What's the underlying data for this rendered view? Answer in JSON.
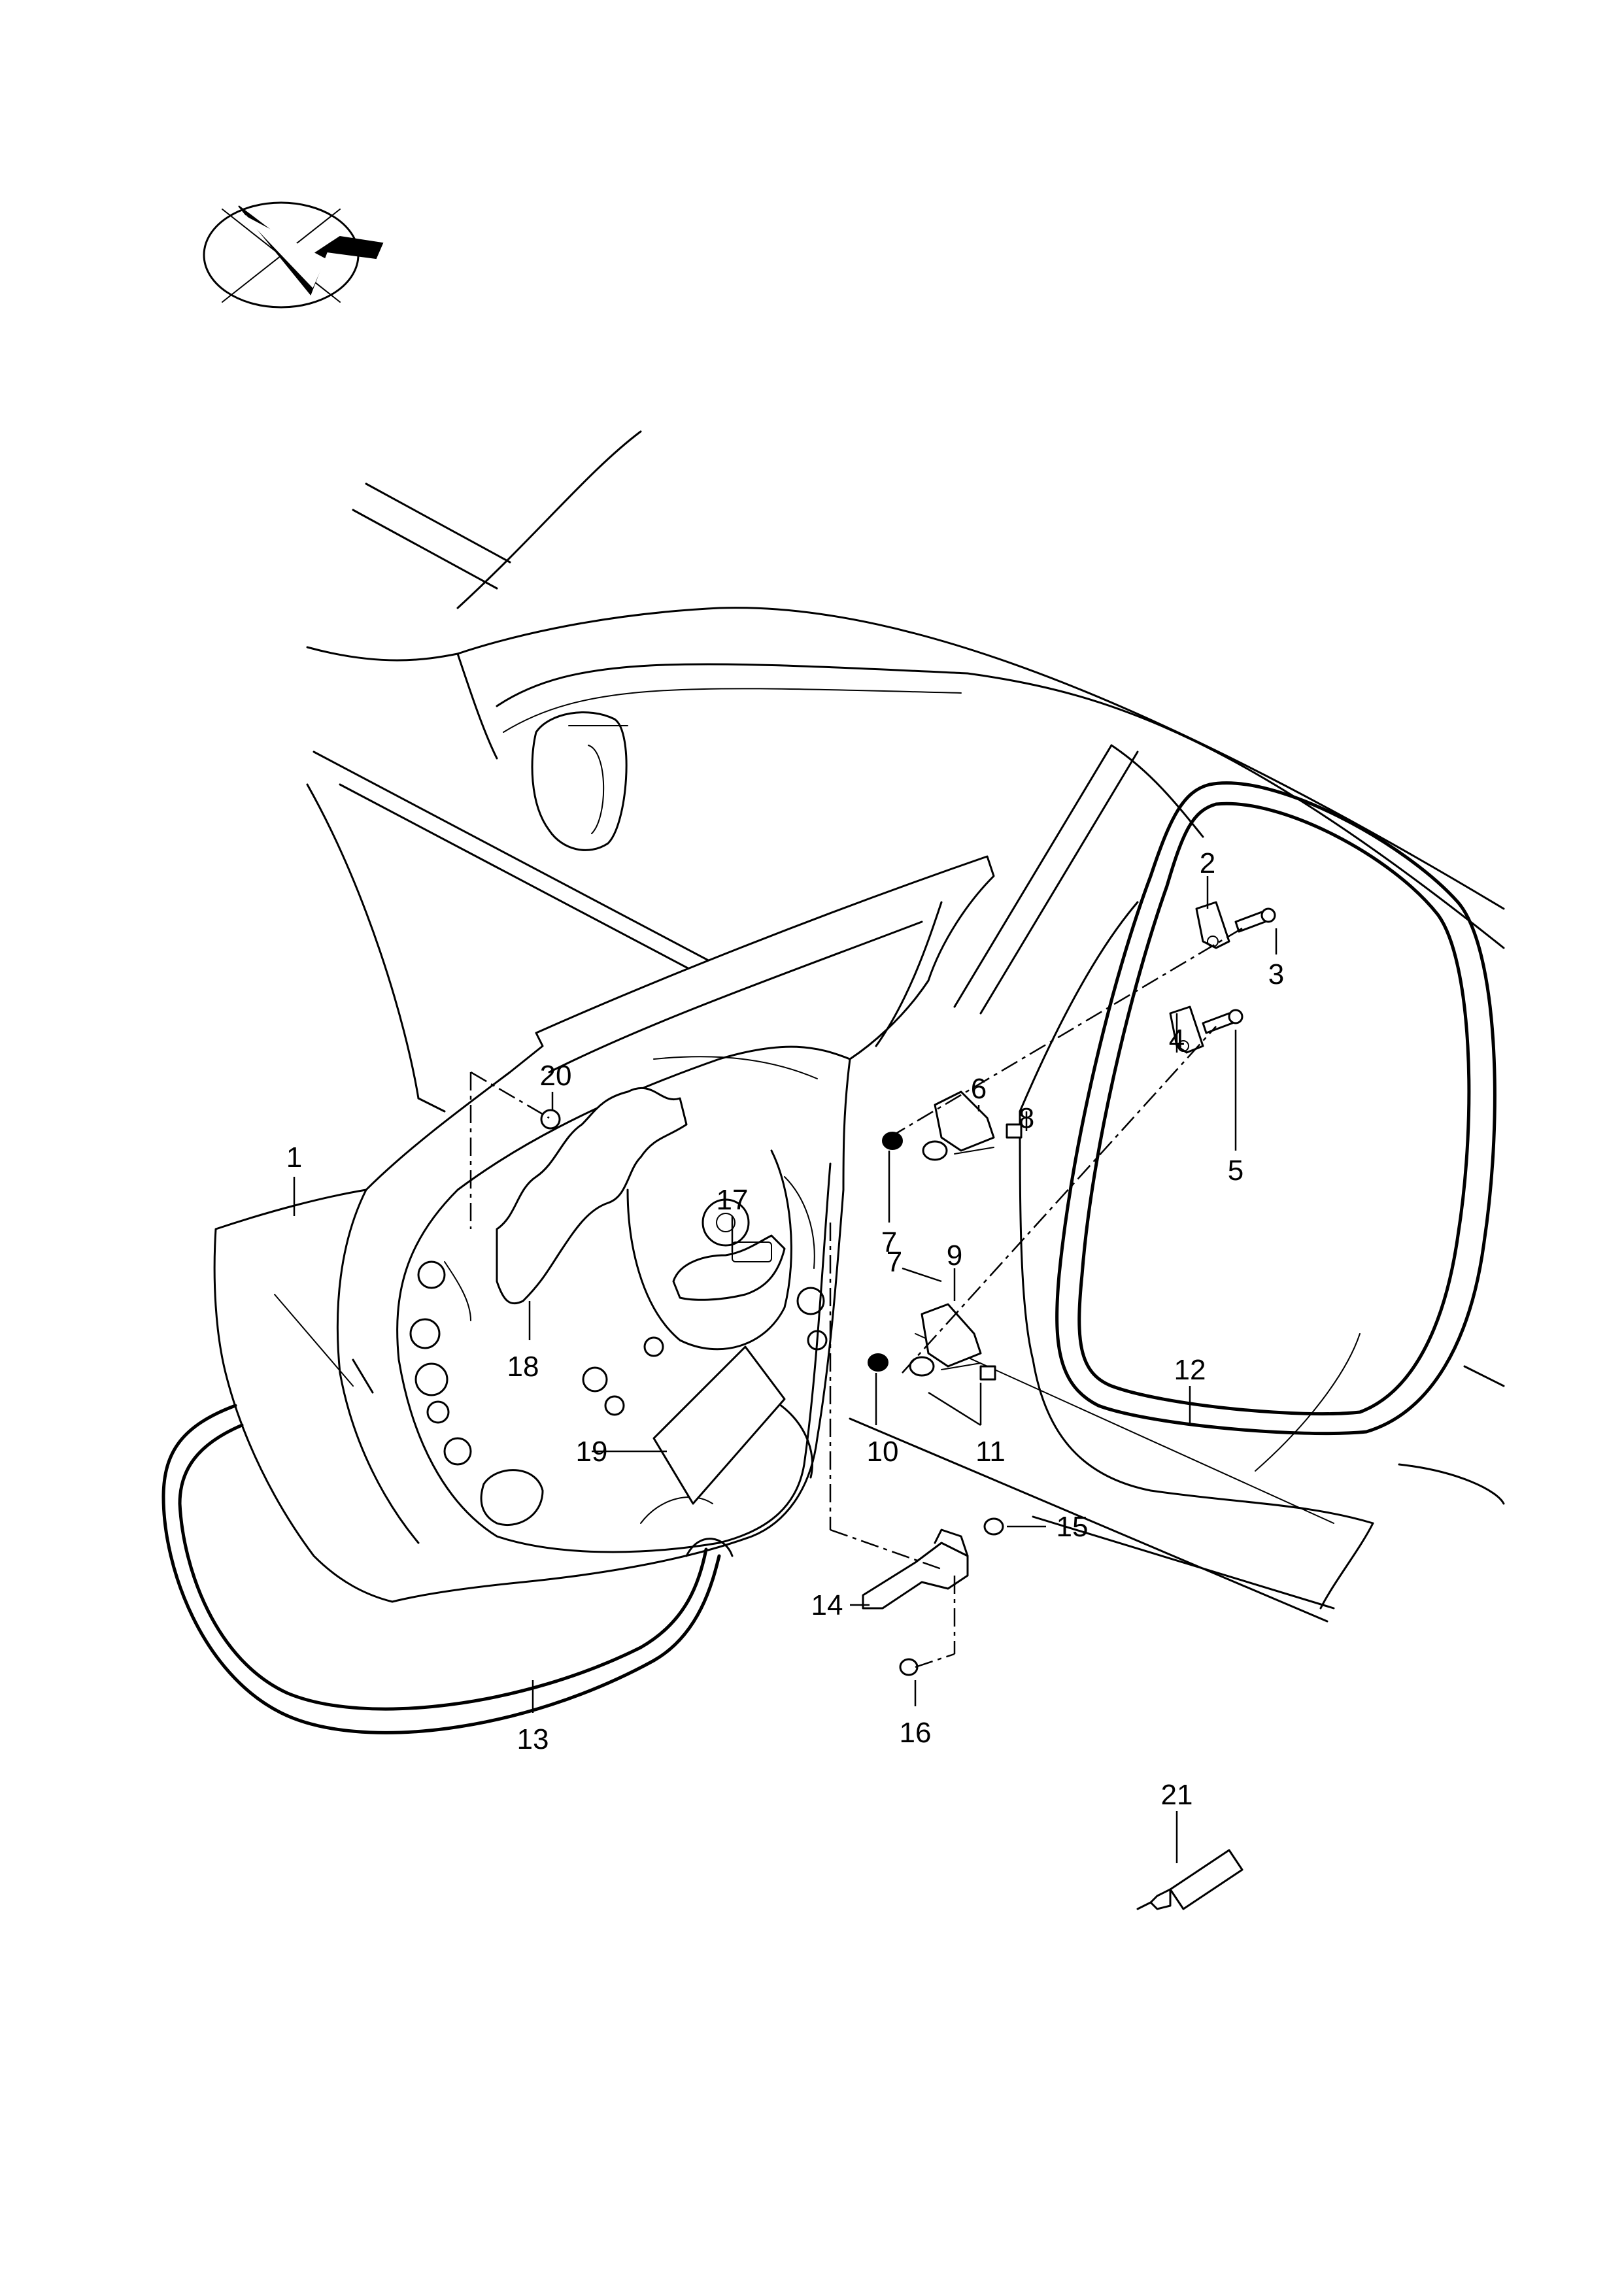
{
  "diagram": {
    "callouts": [
      {
        "id": "c1",
        "label": "1"
      },
      {
        "id": "c2",
        "label": "2"
      },
      {
        "id": "c3",
        "label": "3"
      },
      {
        "id": "c4",
        "label": "4"
      },
      {
        "id": "c5",
        "label": "5"
      },
      {
        "id": "c6",
        "label": "6"
      },
      {
        "id": "c7a",
        "label": "7"
      },
      {
        "id": "c7b",
        "label": "7"
      },
      {
        "id": "c8",
        "label": "8"
      },
      {
        "id": "c9",
        "label": "9"
      },
      {
        "id": "c10",
        "label": "10"
      },
      {
        "id": "c11",
        "label": "11"
      },
      {
        "id": "c12",
        "label": "12"
      },
      {
        "id": "c13",
        "label": "13"
      },
      {
        "id": "c14",
        "label": "14"
      },
      {
        "id": "c15",
        "label": "15"
      },
      {
        "id": "c16",
        "label": "16"
      },
      {
        "id": "c17",
        "label": "17"
      },
      {
        "id": "c18",
        "label": "18"
      },
      {
        "id": "c19",
        "label": "19"
      },
      {
        "id": "c20",
        "label": "20"
      },
      {
        "id": "c21",
        "label": "21"
      }
    ],
    "orientation_icon": "view-direction-icon"
  }
}
